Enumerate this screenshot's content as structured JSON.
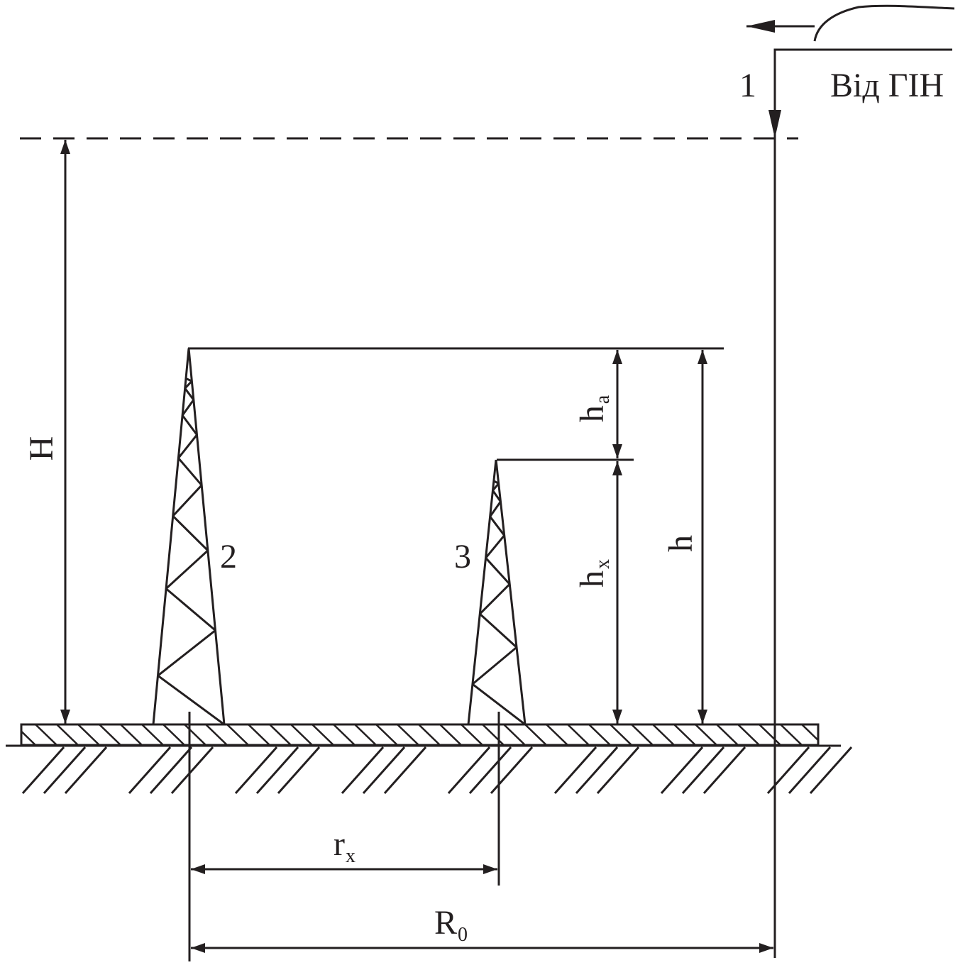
{
  "source_label": "Від ГІН",
  "labels": {
    "rod": "1",
    "tower_tall": "2",
    "tower_short": "3"
  },
  "dimensions": {
    "H": "H",
    "h": "h",
    "h_a_main": "h",
    "h_a_sub": "a",
    "h_x_main": "h",
    "h_x_sub": "x",
    "r_x_main": "r",
    "r_x_sub": "x",
    "R0_main": "R",
    "R0_sub": "0"
  }
}
